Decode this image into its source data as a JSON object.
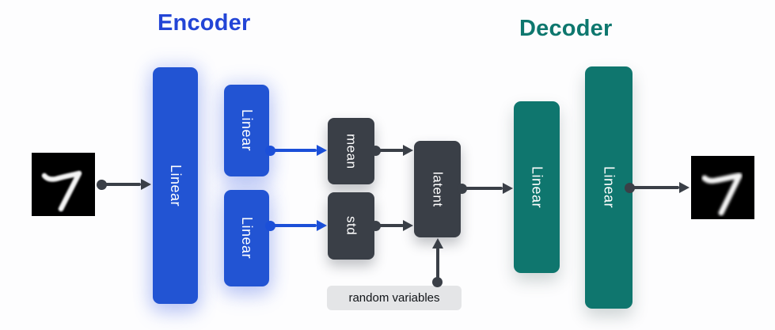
{
  "titles": {
    "encoder": "Encoder",
    "decoder": "Decoder"
  },
  "blocks": {
    "encoder_linear_main": {
      "label": "Linear"
    },
    "encoder_linear_mean": {
      "label": "Linear"
    },
    "encoder_linear_std": {
      "label": "Linear"
    },
    "mean": {
      "label": "mean"
    },
    "std": {
      "label": "std"
    },
    "latent": {
      "label": "latent"
    },
    "decoder_linear_1": {
      "label": "Linear"
    },
    "decoder_linear_2": {
      "label": "Linear"
    }
  },
  "annotations": {
    "random_variables": "random variables"
  },
  "images": {
    "input_digit": "7",
    "output_digit": "7"
  },
  "colors": {
    "encoder_blue": "#2254d3",
    "encoder_title_blue": "#2345d6",
    "decoder_teal": "#0f766e",
    "dark_block": "#3a3f47",
    "arrow_dark": "#3a3f47",
    "arrow_blue": "#1b4fd8",
    "note_background": "#e4e5e7",
    "canvas_background": "#fdfdfe"
  }
}
